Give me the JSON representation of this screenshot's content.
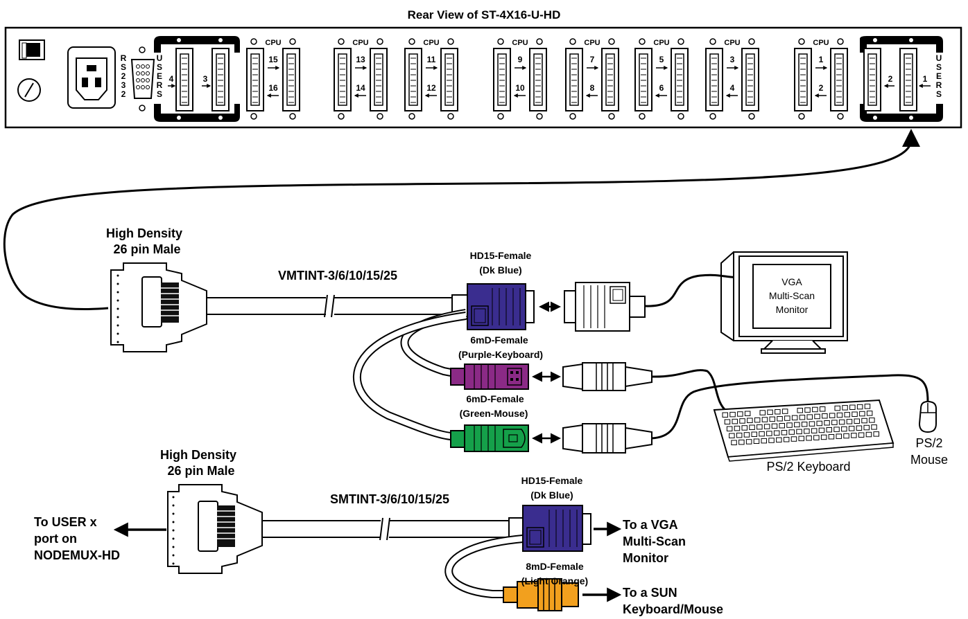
{
  "title": "Rear View of ST-4X16-U-HD",
  "panel": {
    "rs232": [
      "R",
      "S",
      "2",
      "3",
      "2"
    ],
    "users": [
      "U",
      "S",
      "E",
      "R",
      "S"
    ],
    "cpu_label": "CPU",
    "left_users_ports": [
      "4",
      "3"
    ],
    "right_users_ports": [
      "2",
      "1"
    ],
    "cpu_pairs": [
      {
        "top": "15",
        "bottom": "16"
      },
      {
        "top": "13",
        "bottom": "14"
      },
      {
        "top": "11",
        "bottom": "12"
      },
      {
        "top": "9",
        "bottom": "10"
      },
      {
        "top": "7",
        "bottom": "8"
      },
      {
        "top": "5",
        "bottom": "6"
      },
      {
        "top": "3",
        "bottom": "4"
      },
      {
        "top": "1",
        "bottom": "2"
      }
    ]
  },
  "cable1": {
    "conn_line1": "High Density",
    "conn_line2": "26 pin Male",
    "cable_name": "VMTINT-3/6/10/15/25",
    "hd15_line1": "HD15-Female",
    "hd15_line2": "(Dk Blue)",
    "kbd_line1": "6mD-Female",
    "kbd_line2": "(Purple-Keyboard)",
    "mouse_line1": "6mD-Female",
    "mouse_line2": "(Green-Mouse)",
    "monitor_line1": "VGA",
    "monitor_line2": "Multi-Scan",
    "monitor_line3": "Monitor",
    "keyboard_label": "PS/2 Keyboard",
    "mouse_label1": "PS/2",
    "mouse_label2": "Mouse"
  },
  "cable2": {
    "conn_line1": "High Density",
    "conn_line2": "26 pin Male",
    "cable_name": "SMTINT-3/6/10/15/25",
    "hd15_line1": "HD15-Female",
    "hd15_line2": "(Dk Blue)",
    "sun_line1": "8mD-Female",
    "sun_line2": "(Light Orange)",
    "to_user_1": "To USER x",
    "to_user_2": "port on",
    "to_user_3": "NODEMUX-HD",
    "to_vga_1": "To a VGA",
    "to_vga_2": "Multi-Scan",
    "to_vga_3": "Monitor",
    "to_sun_1": "To a SUN",
    "to_sun_2": "Keyboard/Mouse"
  },
  "colors": {
    "dk_blue": "#3a2d8f",
    "purple": "#8b2a86",
    "green": "#15a04a",
    "orange": "#f2a01e"
  }
}
